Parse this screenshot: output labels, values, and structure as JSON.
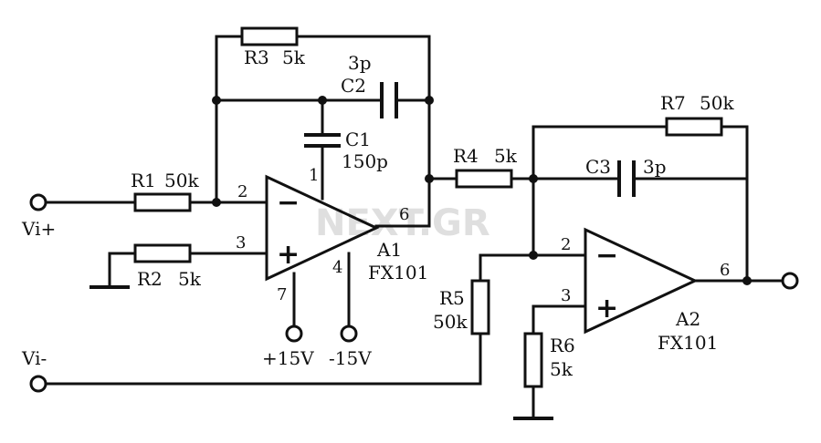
{
  "watermark": "NEXT.GR",
  "labels": {
    "r1": "R1",
    "r1_val": "50k",
    "r2": "R2",
    "r2_val": "5k",
    "r3": "R3",
    "r3_val": "5k",
    "r4": "R4",
    "r4_val": "5k",
    "r5": "R5",
    "r5_val": "50k",
    "r6": "R6",
    "r6_val": "5k",
    "r7": "R7",
    "r7_val": "50k",
    "c1": "C1",
    "c1_val": "150p",
    "c2": "C2",
    "c2_val": "3p",
    "c3": "C3",
    "c3_val": "3p",
    "a1": "A1",
    "a1_type": "FX101",
    "a2": "A2",
    "a2_type": "FX101",
    "vin_pos": "Vi+",
    "vin_neg": "Vi-",
    "supply_pos": "+15V",
    "supply_neg": "-15V"
  },
  "pins": {
    "a1_inv": "2",
    "a1_noninv": "3",
    "a1_out": "6",
    "a1_pin1": "1",
    "a1_pin4": "4",
    "a1_pin7": "7",
    "a2_inv": "2",
    "a2_noninv": "3",
    "a2_out": "6"
  },
  "signs": {
    "minus": "−",
    "plus": "+"
  }
}
